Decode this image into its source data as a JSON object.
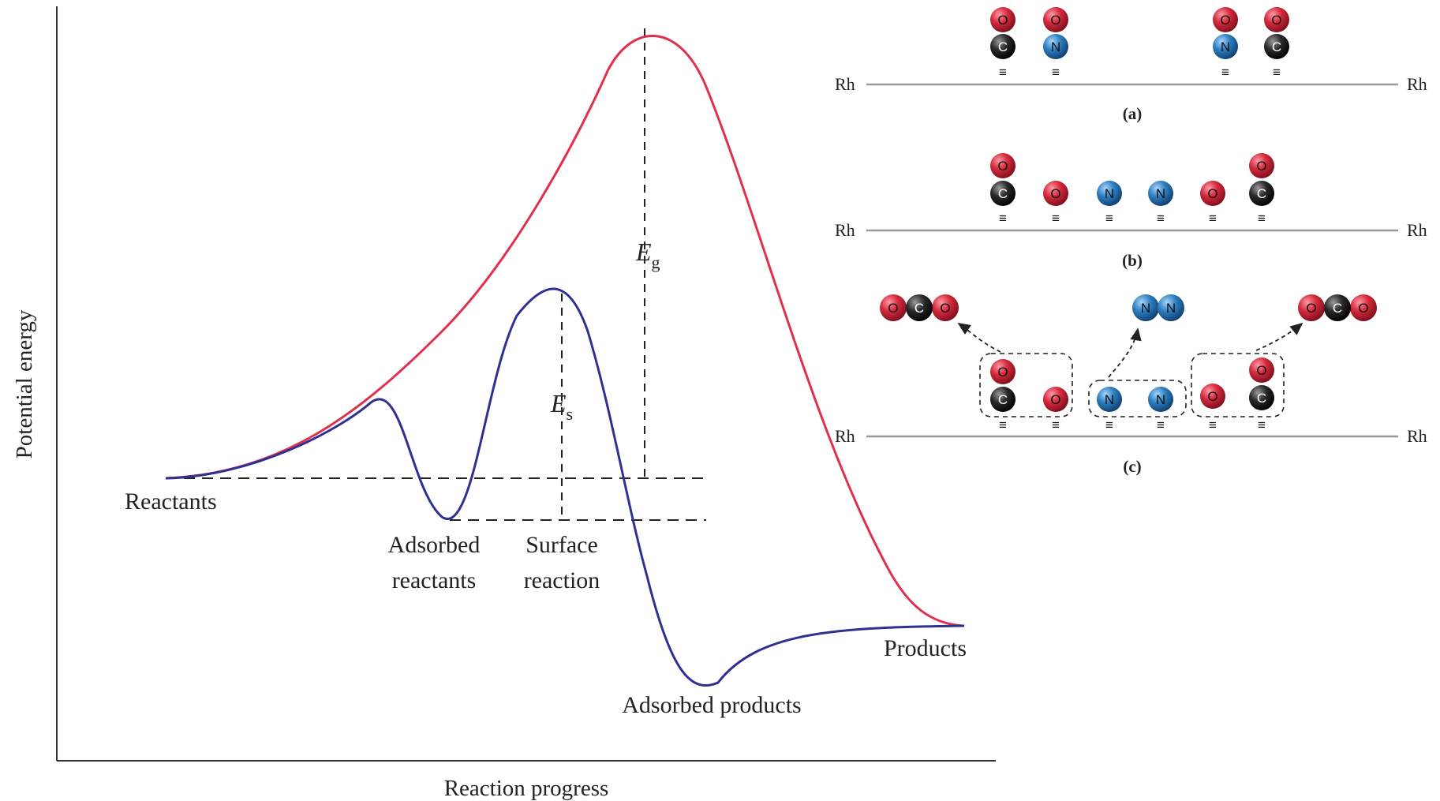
{
  "energy_diagram": {
    "y_axis_label": "Potential energy",
    "x_axis_label": "Reaction progress",
    "labels": {
      "reactants": "Reactants",
      "adsorbed_reactants": [
        "Adsorbed",
        "reactants"
      ],
      "surface_reaction": [
        "Surface",
        "reaction"
      ],
      "adsorbed_products": "Adsorbed products",
      "products": "Products"
    },
    "gas_barrier": {
      "symbol": "E",
      "subscript": "g",
      "color": "#e0304e"
    },
    "surface_barrier": {
      "symbol": "E",
      "subscript": "s",
      "color": "#2e3192"
    }
  },
  "surface_panels": {
    "surface_label": "Rh",
    "bond_glyph": "≡",
    "atom_colors": {
      "O": "#d42a3c",
      "C": "#1a1a1a",
      "N": "#2e7fc0"
    },
    "panels": [
      {
        "label": "(a)"
      },
      {
        "label": "(b)"
      },
      {
        "label": "(c)"
      }
    ]
  }
}
